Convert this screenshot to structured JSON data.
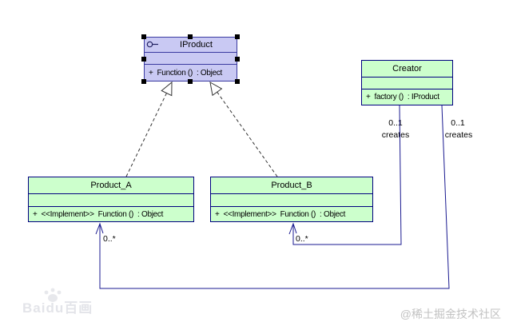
{
  "diagram": {
    "type": "uml-class-diagram",
    "pattern": "Factory Method"
  },
  "classes": {
    "iproduct": {
      "title": "IProduct",
      "method": "+  Function ()  : Object",
      "selected": true,
      "stereotype_icon": "interface-lollipop-icon"
    },
    "creator": {
      "title": "Creator",
      "method": "+  factory ()  : IProduct"
    },
    "product_a": {
      "title": "Product_A",
      "method": "+  <<Implement>>  Function ()  : Object"
    },
    "product_b": {
      "title": "Product_B",
      "method": "+  <<Implement>>  Function ()  : Object"
    }
  },
  "relations": {
    "creator_to_product_b": {
      "multiplicity_near": "0..1",
      "verb": "creates",
      "multiplicity_far": "0..*"
    },
    "creator_to_product_a": {
      "multiplicity_near": "0..1",
      "verb": "creates",
      "multiplicity_far": "0..*"
    }
  },
  "watermarks": {
    "bottom_left": "Baidu百画",
    "bottom_right": "@稀土掘金技术社区"
  },
  "colors": {
    "interface_fill": "#c9c9f3",
    "interface_border": "#3a3aa0",
    "class_fill": "#ccffcc",
    "class_border": "#000080",
    "connector": "#1a1a90",
    "realization_dash": "#333333",
    "selection_handle": "#000000",
    "watermark_gray": "#c2c2c2"
  }
}
